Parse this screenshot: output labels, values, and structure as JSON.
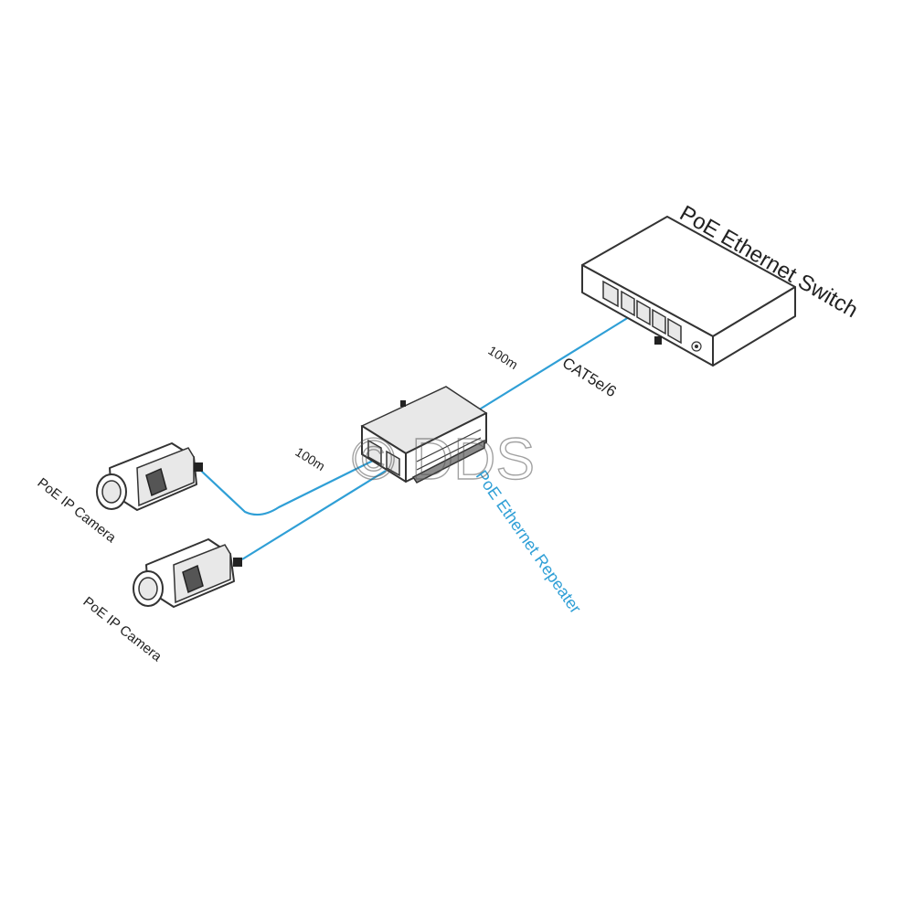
{
  "labels": {
    "switch": "PoE Ethernet Switch",
    "cable_type": "CAT5e/6",
    "distance_top": "100m",
    "distance_left": "100m",
    "repeater": "PoE Ethernet Repeater",
    "camera_1": "PoE IP Camera",
    "camera_2": "PoE IP Camera",
    "watermark": "© DDS"
  },
  "colors": {
    "cable": "#2f9fd6",
    "repeater_label": "#2f9fd6",
    "device_outline": "#333333"
  }
}
